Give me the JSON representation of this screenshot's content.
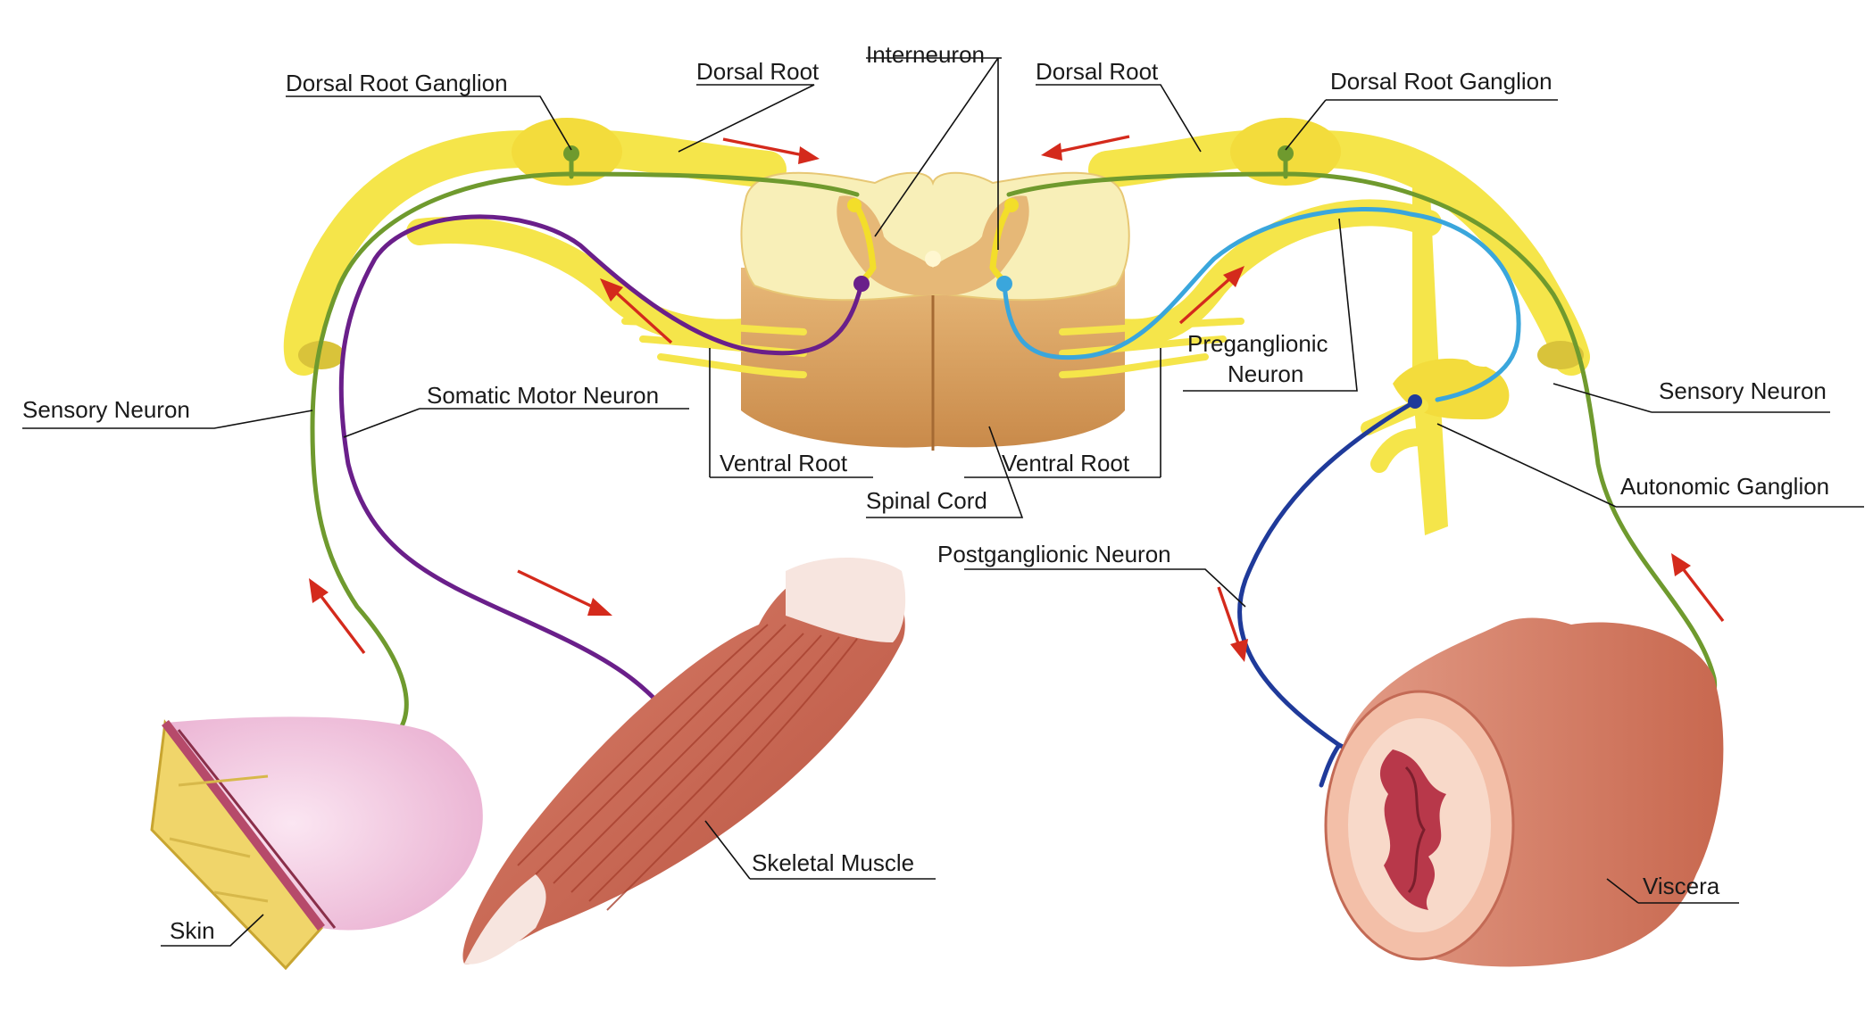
{
  "labels": {
    "dorsal_root_ganglion_left": "Dorsal Root Ganglion",
    "dorsal_root_left": "Dorsal Root",
    "interneuron": "Interneuron",
    "dorsal_root_right": "Dorsal Root",
    "dorsal_root_ganglion_right": "Dorsal Root Ganglion",
    "sensory_neuron_left": "Sensory Neuron",
    "somatic_motor_neuron": "Somatic Motor Neuron",
    "ventral_root_left": "Ventral Root",
    "spinal_cord": "Spinal Cord",
    "ventral_root_right": "Ventral Root",
    "preganglionic_line1": "Preganglionic",
    "preganglionic_line2": "Neuron",
    "sensory_neuron_right": "Sensory Neuron",
    "autonomic_ganglion": "Autonomic Ganglion",
    "postganglionic_neuron": "Postganglionic Neuron",
    "skeletal_muscle": "Skeletal Muscle",
    "skin": "Skin",
    "viscera": "Viscera"
  },
  "colors": {
    "nerve_yellow": "#f5e54a",
    "sensory_green": "#6f9a2e",
    "somatic_motor_purple": "#6a1f8a",
    "preganglionic_blue": "#3aa6dc",
    "postganglionic_navy": "#1f3a9a",
    "arrow_red": "#d42a1c",
    "spinal_white_matter": "#f8efb8",
    "spinal_body": "#e3b270",
    "muscle": "#cf6a55",
    "viscera": "#d8806a",
    "skin_pink": "#f2c9e2",
    "skin_fat": "#f0d56a"
  }
}
